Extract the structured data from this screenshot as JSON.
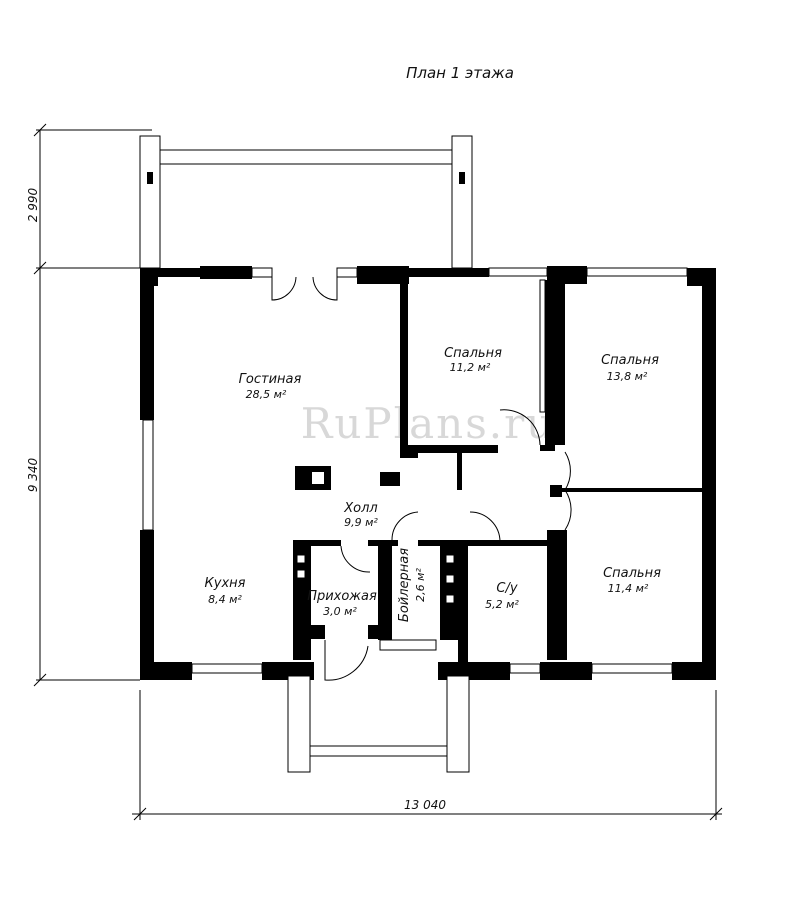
{
  "title": "План 1 этажа",
  "watermark": "RuPlans.ru",
  "dimensions": {
    "porch_depth": "2 990",
    "house_depth": "9 340",
    "house_width": "13 040"
  },
  "rooms": {
    "living": {
      "name": "Гостиная",
      "area": "28,5 м²"
    },
    "bedroom1": {
      "name": "Спальня",
      "area": "11,2 м²"
    },
    "bedroom2": {
      "name": "Спальня",
      "area": "13,8 м²"
    },
    "bedroom3": {
      "name": "Спальня",
      "area": "11,4 м²"
    },
    "hall": {
      "name": "Холл",
      "area": "9,9 м²"
    },
    "kitchen": {
      "name": "Кухня",
      "area": "8,4 м²"
    },
    "entry": {
      "name": "Прихожая",
      "area": "3,0 м²"
    },
    "boiler": {
      "name": "Бойлерная",
      "area": "2,6 м²"
    },
    "bathroom": {
      "name": "С/у",
      "area": "5,2 м²"
    }
  }
}
